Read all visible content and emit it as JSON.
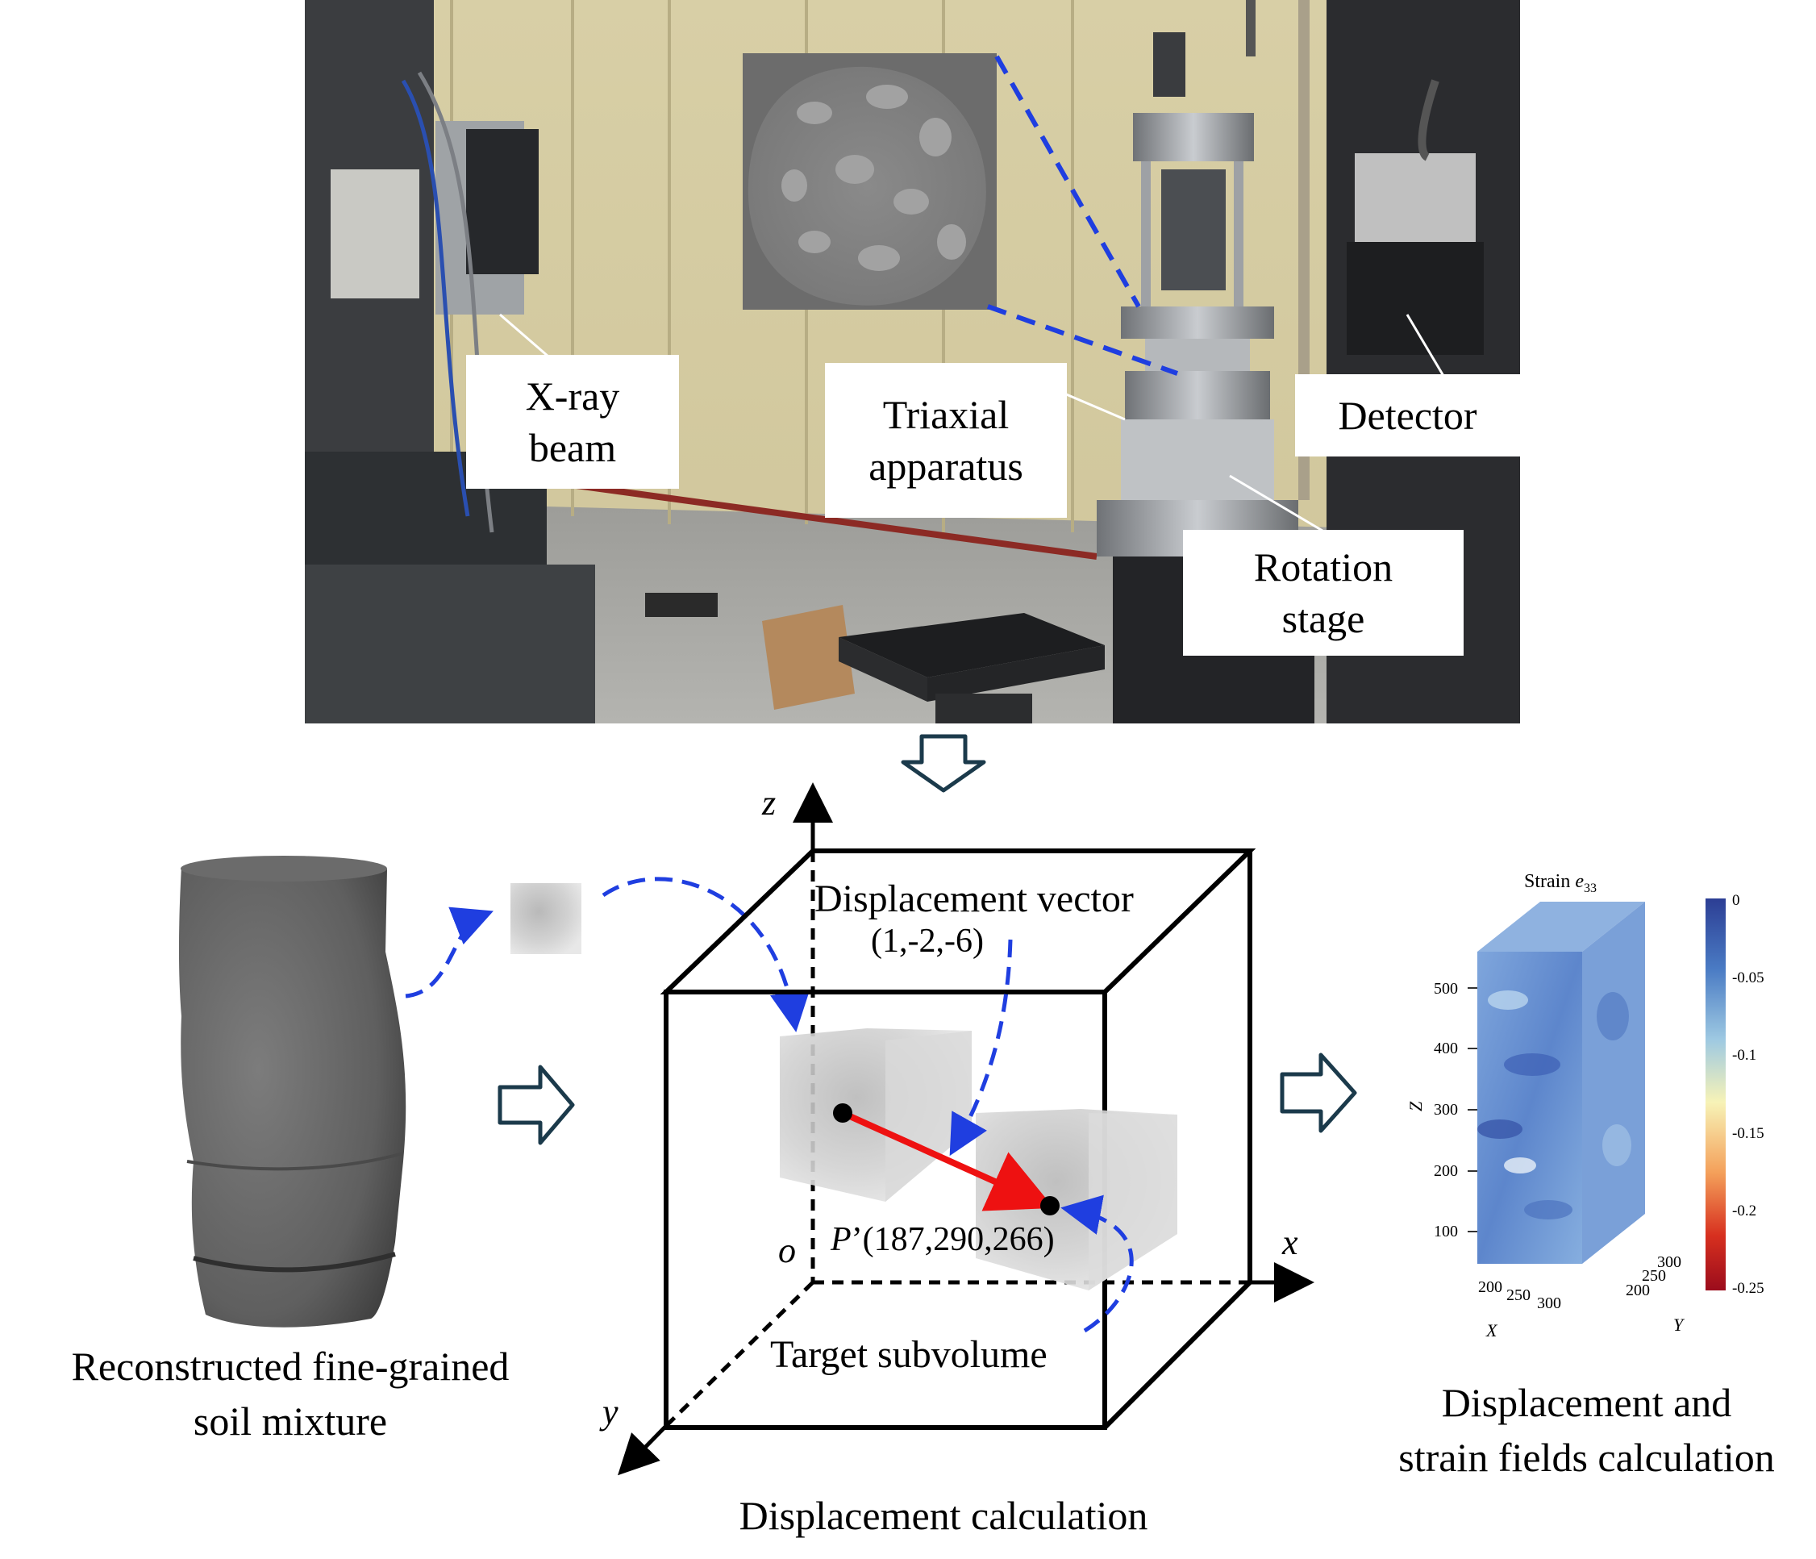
{
  "photo_panel": {
    "labels": {
      "xray": [
        "X-ray",
        "beam"
      ],
      "triaxial": [
        "Triaxial",
        "apparatus"
      ],
      "detector": "Detector",
      "rotation": [
        "Rotation",
        "stage"
      ]
    }
  },
  "cube_panel": {
    "axes": {
      "z": "z",
      "x": "x",
      "y": "y",
      "origin": "o"
    },
    "displacement_vector_label": "Displacement vector",
    "displacement_vector_value": "(1,-2,-6)",
    "point_label_italic": "P",
    "point_label_rest": "’(187,290,266)",
    "target_label": "Target subvolume"
  },
  "captions": {
    "left": [
      "Reconstructed fine-grained",
      "soil mixture"
    ],
    "center": "Displacement calculation",
    "right": [
      "Displacement and",
      "strain fields calculation"
    ]
  },
  "strain_plot": {
    "title_prefix": "Strain ",
    "title_symbol": "e",
    "title_subscript": "33",
    "z_axis_label": "Z",
    "x_axis_label": "X",
    "y_axis_label": "Y",
    "z_ticks": [
      "500",
      "400",
      "300",
      "200",
      "100"
    ],
    "x_ticks": [
      "200",
      "250",
      "300"
    ],
    "y_ticks": [
      "300",
      "250",
      "200"
    ],
    "colorbar_ticks": [
      "0",
      "-0.05",
      "-0.1",
      "-0.15",
      "-0.2",
      "-0.25"
    ],
    "colorbar_colors": [
      "#2c3e94",
      "#4a7bc4",
      "#9ec9e2",
      "#f7f3b7",
      "#f4a05a",
      "#d7301f",
      "#9b0c1c"
    ]
  },
  "colors": {
    "dashed_blue": "#1f3ee0",
    "vector_red": "#ee1111",
    "arrow_stroke": "#1b3a4b"
  }
}
